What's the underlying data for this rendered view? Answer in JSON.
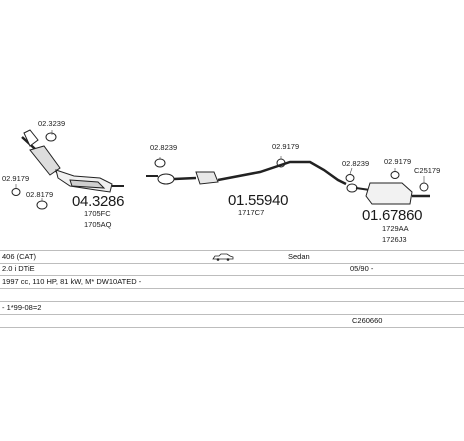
{
  "parts": {
    "pipe_code_top": "02.3239",
    "cat_clamp_code": "02.9179",
    "cat_gasket_code": "02.8179",
    "front_clamp_code": "02.8239",
    "mid_clamp_code": "02.9179",
    "rear_clamp_code": "02.8239",
    "rear_clamp2_code": "02.9179",
    "hanger_code": "C25179",
    "catalyst": {
      "number": "04.3286",
      "ref1": "1705FC",
      "ref2": "1705AQ"
    },
    "middle": {
      "number": "01.55940",
      "ref1": "1717C7"
    },
    "rear": {
      "number": "01.67860",
      "ref1": "1729AA",
      "ref2": "1726J3"
    }
  },
  "info": {
    "model": "406 (CAT)",
    "body_type": "Sedan",
    "engine": "2.0 i DTiE",
    "date_range": "05/90 -",
    "specs": "1997 cc, 110 HP, 81 kW, M* DW10ATED -",
    "engine_code": "- 1*99-08=2",
    "catalogue_code": "C260660"
  },
  "icons": {
    "car": "sedan-car-icon"
  }
}
